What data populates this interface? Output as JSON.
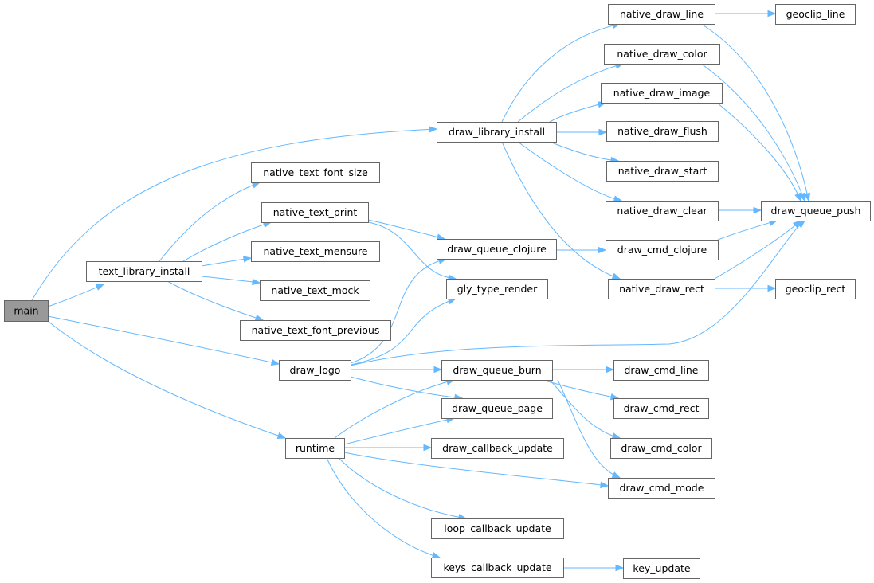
{
  "diagram": {
    "type": "call-graph",
    "colors": {
      "node_border": "#666666",
      "root_fill": "#999999",
      "node_fill": "#ffffff",
      "edge": "#63b8ff"
    },
    "nodes": [
      {
        "id": "main",
        "label": "main",
        "root": true
      },
      {
        "id": "text_library_install",
        "label": "text_library_install"
      },
      {
        "id": "draw_logo",
        "label": "draw_logo"
      },
      {
        "id": "runtime",
        "label": "runtime"
      },
      {
        "id": "draw_library_install",
        "label": "draw_library_install"
      },
      {
        "id": "native_text_font_size",
        "label": "native_text_font_size"
      },
      {
        "id": "native_text_print",
        "label": "native_text_print"
      },
      {
        "id": "native_text_mensure",
        "label": "native_text_mensure"
      },
      {
        "id": "native_text_mock",
        "label": "native_text_mock"
      },
      {
        "id": "native_text_font_previous",
        "label": "native_text_font_previous"
      },
      {
        "id": "draw_queue_clojure",
        "label": "draw_queue_clojure"
      },
      {
        "id": "gly_type_render",
        "label": "gly_type_render"
      },
      {
        "id": "draw_queue_burn",
        "label": "draw_queue_burn"
      },
      {
        "id": "draw_queue_page",
        "label": "draw_queue_page"
      },
      {
        "id": "draw_callback_update",
        "label": "draw_callback_update"
      },
      {
        "id": "loop_callback_update",
        "label": "loop_callback_update"
      },
      {
        "id": "keys_callback_update",
        "label": "keys_callback_update"
      },
      {
        "id": "native_draw_line",
        "label": "native_draw_line"
      },
      {
        "id": "native_draw_color",
        "label": "native_draw_color"
      },
      {
        "id": "native_draw_image",
        "label": "native_draw_image"
      },
      {
        "id": "native_draw_flush",
        "label": "native_draw_flush"
      },
      {
        "id": "native_draw_start",
        "label": "native_draw_start"
      },
      {
        "id": "native_draw_clear",
        "label": "native_draw_clear"
      },
      {
        "id": "draw_cmd_clojure",
        "label": "draw_cmd_clojure"
      },
      {
        "id": "native_draw_rect",
        "label": "native_draw_rect"
      },
      {
        "id": "draw_cmd_line",
        "label": "draw_cmd_line"
      },
      {
        "id": "draw_cmd_rect",
        "label": "draw_cmd_rect"
      },
      {
        "id": "draw_cmd_color",
        "label": "draw_cmd_color"
      },
      {
        "id": "draw_cmd_mode",
        "label": "draw_cmd_mode"
      },
      {
        "id": "key_update",
        "label": "key_update"
      },
      {
        "id": "geoclip_line",
        "label": "geoclip_line"
      },
      {
        "id": "draw_queue_push",
        "label": "draw_queue_push"
      },
      {
        "id": "geoclip_rect",
        "label": "geoclip_rect"
      }
    ],
    "edges": [
      [
        "main",
        "draw_library_install"
      ],
      [
        "main",
        "text_library_install"
      ],
      [
        "main",
        "draw_logo"
      ],
      [
        "main",
        "runtime"
      ],
      [
        "text_library_install",
        "native_text_font_size"
      ],
      [
        "text_library_install",
        "native_text_print"
      ],
      [
        "text_library_install",
        "native_text_mensure"
      ],
      [
        "text_library_install",
        "native_text_mock"
      ],
      [
        "text_library_install",
        "native_text_font_previous"
      ],
      [
        "native_text_print",
        "draw_queue_clojure"
      ],
      [
        "native_text_print",
        "gly_type_render"
      ],
      [
        "draw_logo",
        "draw_queue_clojure"
      ],
      [
        "draw_logo",
        "gly_type_render"
      ],
      [
        "draw_logo",
        "draw_queue_push"
      ],
      [
        "draw_logo",
        "draw_queue_burn"
      ],
      [
        "draw_logo",
        "draw_queue_page"
      ],
      [
        "runtime",
        "draw_queue_burn"
      ],
      [
        "runtime",
        "draw_queue_page"
      ],
      [
        "runtime",
        "draw_callback_update"
      ],
      [
        "runtime",
        "draw_cmd_mode"
      ],
      [
        "runtime",
        "loop_callback_update"
      ],
      [
        "runtime",
        "keys_callback_update"
      ],
      [
        "draw_library_install",
        "native_draw_line"
      ],
      [
        "draw_library_install",
        "native_draw_color"
      ],
      [
        "draw_library_install",
        "native_draw_image"
      ],
      [
        "draw_library_install",
        "native_draw_flush"
      ],
      [
        "draw_library_install",
        "native_draw_start"
      ],
      [
        "draw_library_install",
        "native_draw_clear"
      ],
      [
        "draw_library_install",
        "native_draw_rect"
      ],
      [
        "draw_queue_clojure",
        "draw_cmd_clojure"
      ],
      [
        "draw_queue_burn",
        "draw_cmd_line"
      ],
      [
        "draw_queue_burn",
        "draw_cmd_rect"
      ],
      [
        "draw_queue_burn",
        "draw_cmd_color"
      ],
      [
        "draw_queue_burn",
        "draw_cmd_mode"
      ],
      [
        "keys_callback_update",
        "key_update"
      ],
      [
        "native_draw_line",
        "geoclip_line"
      ],
      [
        "native_draw_line",
        "draw_queue_push"
      ],
      [
        "native_draw_color",
        "draw_queue_push"
      ],
      [
        "native_draw_image",
        "draw_queue_push"
      ],
      [
        "native_draw_clear",
        "draw_queue_push"
      ],
      [
        "draw_cmd_clojure",
        "draw_queue_push"
      ],
      [
        "native_draw_rect",
        "draw_queue_push"
      ],
      [
        "native_draw_rect",
        "geoclip_rect"
      ]
    ]
  }
}
